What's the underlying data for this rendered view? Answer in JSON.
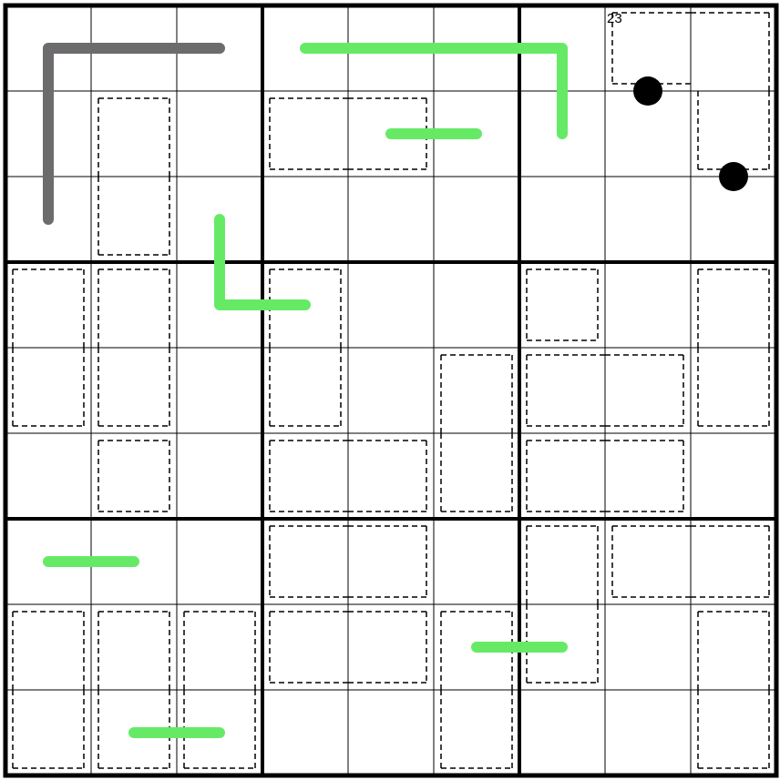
{
  "puzzle": {
    "grid_size": 9,
    "box_size": 3,
    "colors": {
      "grid": "#000000",
      "background": "#ffffff",
      "gray_line": "#6d6b6d",
      "green_line": "#66ea66",
      "dot": "#000000"
    },
    "cages": [
      {
        "cells": [
          [
            0,
            7
          ],
          [
            0,
            8
          ],
          [
            1,
            8
          ]
        ],
        "sum": "23"
      },
      {
        "cells": [
          [
            1,
            1
          ],
          [
            2,
            1
          ]
        ],
        "sum": ""
      },
      {
        "cells": [
          [
            1,
            3
          ],
          [
            1,
            4
          ]
        ],
        "sum": ""
      },
      {
        "cells": [
          [
            3,
            0
          ],
          [
            4,
            0
          ]
        ],
        "sum": ""
      },
      {
        "cells": [
          [
            3,
            1
          ],
          [
            4,
            1
          ]
        ],
        "sum": ""
      },
      {
        "cells": [
          [
            3,
            3
          ],
          [
            4,
            3
          ]
        ],
        "sum": ""
      },
      {
        "cells": [
          [
            3,
            6
          ]
        ],
        "sum": ""
      },
      {
        "cells": [
          [
            3,
            8
          ],
          [
            4,
            8
          ]
        ],
        "sum": ""
      },
      {
        "cells": [
          [
            4,
            5
          ],
          [
            5,
            5
          ]
        ],
        "sum": ""
      },
      {
        "cells": [
          [
            4,
            6
          ],
          [
            4,
            7
          ]
        ],
        "sum": ""
      },
      {
        "cells": [
          [
            5,
            1
          ]
        ],
        "sum": ""
      },
      {
        "cells": [
          [
            5,
            3
          ],
          [
            5,
            4
          ]
        ],
        "sum": ""
      },
      {
        "cells": [
          [
            5,
            6
          ],
          [
            5,
            7
          ]
        ],
        "sum": ""
      },
      {
        "cells": [
          [
            6,
            3
          ],
          [
            6,
            4
          ]
        ],
        "sum": ""
      },
      {
        "cells": [
          [
            6,
            6
          ],
          [
            7,
            6
          ]
        ],
        "sum": ""
      },
      {
        "cells": [
          [
            6,
            7
          ],
          [
            6,
            8
          ]
        ],
        "sum": ""
      },
      {
        "cells": [
          [
            7,
            0
          ],
          [
            8,
            0
          ]
        ],
        "sum": ""
      },
      {
        "cells": [
          [
            7,
            1
          ],
          [
            8,
            1
          ]
        ],
        "sum": ""
      },
      {
        "cells": [
          [
            7,
            2
          ],
          [
            8,
            2
          ]
        ],
        "sum": ""
      },
      {
        "cells": [
          [
            7,
            3
          ],
          [
            7,
            4
          ]
        ],
        "sum": ""
      },
      {
        "cells": [
          [
            7,
            5
          ],
          [
            8,
            5
          ]
        ],
        "sum": ""
      },
      {
        "cells": [
          [
            7,
            8
          ],
          [
            8,
            8
          ]
        ],
        "sum": ""
      }
    ],
    "lines": [
      {
        "type": "gray-line",
        "color": "#6d6b6d",
        "cells": [
          [
            2,
            0
          ],
          [
            0,
            0
          ],
          [
            0,
            2
          ]
        ]
      },
      {
        "type": "green-line",
        "color": "#66ea66",
        "cells": [
          [
            0,
            3
          ],
          [
            0,
            6
          ],
          [
            1,
            6
          ]
        ]
      },
      {
        "type": "green-line",
        "color": "#66ea66",
        "cells": [
          [
            1,
            4
          ],
          [
            1,
            5
          ]
        ]
      },
      {
        "type": "green-line",
        "color": "#66ea66",
        "cells": [
          [
            2,
            2
          ],
          [
            3,
            2
          ],
          [
            3,
            3
          ]
        ]
      },
      {
        "type": "green-line",
        "color": "#66ea66",
        "cells": [
          [
            6,
            0
          ],
          [
            6,
            1
          ]
        ]
      },
      {
        "type": "green-line",
        "color": "#66ea66",
        "cells": [
          [
            7,
            5
          ],
          [
            7,
            6
          ]
        ]
      },
      {
        "type": "green-line",
        "color": "#66ea66",
        "cells": [
          [
            8,
            1
          ],
          [
            8,
            2
          ]
        ]
      }
    ],
    "dots": [
      {
        "between": [
          [
            0,
            7
          ],
          [
            1,
            7
          ]
        ],
        "color": "black"
      },
      {
        "between": [
          [
            1,
            8
          ],
          [
            2,
            8
          ]
        ],
        "color": "black"
      }
    ]
  }
}
